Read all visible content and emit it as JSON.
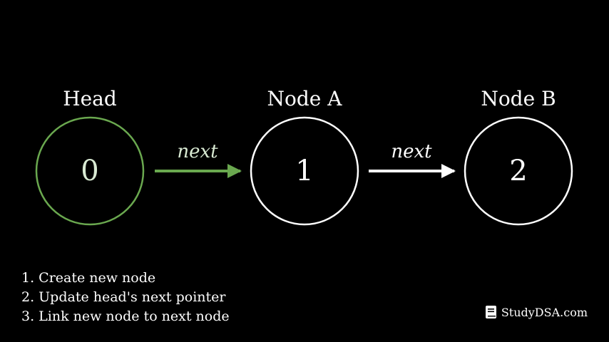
{
  "colors": {
    "background": "#000000",
    "highlight": "#6aa84f",
    "highlight_text": "#d9ead3",
    "default": "#ffffff"
  },
  "nodes": [
    {
      "label": "Head",
      "value": "0",
      "highlighted": true
    },
    {
      "label": "Node A",
      "value": "1",
      "highlighted": false
    },
    {
      "label": "Node B",
      "value": "2",
      "highlighted": false
    }
  ],
  "edges": [
    {
      "label": "next",
      "highlighted": true
    },
    {
      "label": "next",
      "highlighted": false
    }
  ],
  "steps": [
    "1. Create new node",
    "2. Update head's next pointer",
    "3. Link new node to next node"
  ],
  "brand": {
    "name": "StudyDSA.com",
    "icon": "book-icon"
  }
}
